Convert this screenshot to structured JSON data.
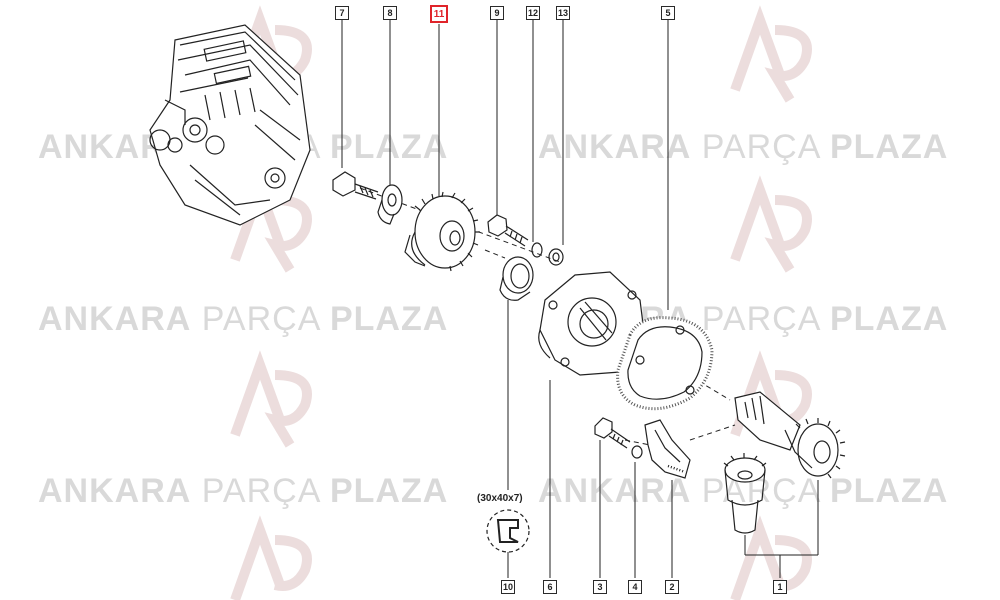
{
  "watermark": {
    "brand_a": "ANKARA",
    "brand_b": "PARÇA",
    "brand_c": "PLAZA"
  },
  "highlight_color": "#e0242a",
  "callouts": {
    "c7": "7",
    "c8": "8",
    "c11": "11",
    "c9": "9",
    "c12": "12",
    "c13": "13",
    "c5": "5",
    "c10": "10",
    "c6": "6",
    "c3": "3",
    "c4": "4",
    "c2": "2",
    "c1": "1"
  },
  "seal_dimensions": "(30x40x7)"
}
